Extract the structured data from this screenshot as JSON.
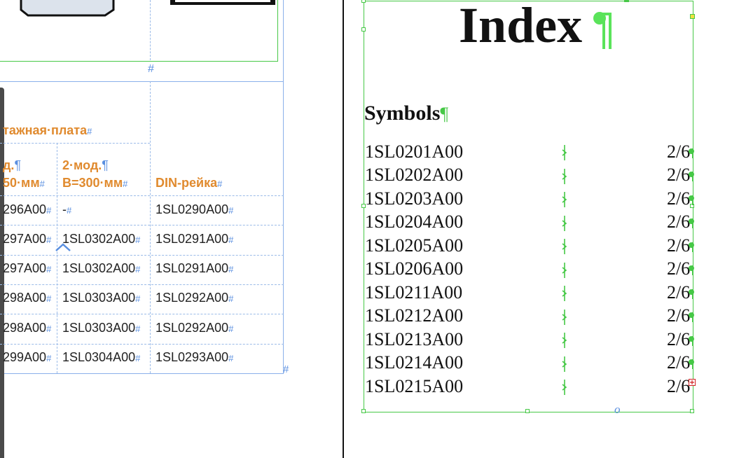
{
  "left_page": {
    "header_partial": "тажная·плата",
    "col2_header": [
      "д.",
      "50·мм"
    ],
    "col3_header": [
      "2·мод.",
      "B=300·мм"
    ],
    "col4_header": "DIN-рейка",
    "rows": [
      {
        "c2": "296A00",
        "c3": "-",
        "c4": "1SL0290A00"
      },
      {
        "c2": "297A00",
        "c3": "1SL0302A00",
        "c4": "1SL0291A00"
      },
      {
        "c2": "297A00",
        "c3": "1SL0302A00",
        "c4": "1SL0291A00"
      },
      {
        "c2": "298A00",
        "c3": "1SL0303A00",
        "c4": "1SL0292A00"
      },
      {
        "c2": "298A00",
        "c3": "1SL0303A00",
        "c4": "1SL0292A00"
      },
      {
        "c2": "299A00",
        "c3": "1SL0304A00",
        "c4": "1SL0293A00"
      }
    ],
    "end_marker": "#"
  },
  "right_page": {
    "title": "Index",
    "section": "Symbols",
    "entries": [
      {
        "code": "1SL0201A00",
        "page": "2/6"
      },
      {
        "code": "1SL0202A00",
        "page": "2/6"
      },
      {
        "code": "1SL0203A00",
        "page": "2/6"
      },
      {
        "code": "1SL0204A00",
        "page": "2/6"
      },
      {
        "code": "1SL0205A00",
        "page": "2/6"
      },
      {
        "code": "1SL0206A00",
        "page": "2/6"
      },
      {
        "code": "1SL0211A00",
        "page": "2/6"
      },
      {
        "code": "1SL0212A00",
        "page": "2/6"
      },
      {
        "code": "1SL0213A00",
        "page": "2/6"
      },
      {
        "code": "1SL0214A00",
        "page": "2/6"
      },
      {
        "code": "1SL0215A00",
        "page": "2/6"
      }
    ],
    "frame_bottom_marker": "o"
  },
  "colors": {
    "frame_green": "#46c846",
    "guide_blue": "#5a8fe0",
    "header_orange": "#e08a2e",
    "spine": "#111111"
  },
  "icons": [
    "pilcrow-icon",
    "tab-arrow-icon",
    "overset-text-icon",
    "collapse-caret-icon"
  ]
}
